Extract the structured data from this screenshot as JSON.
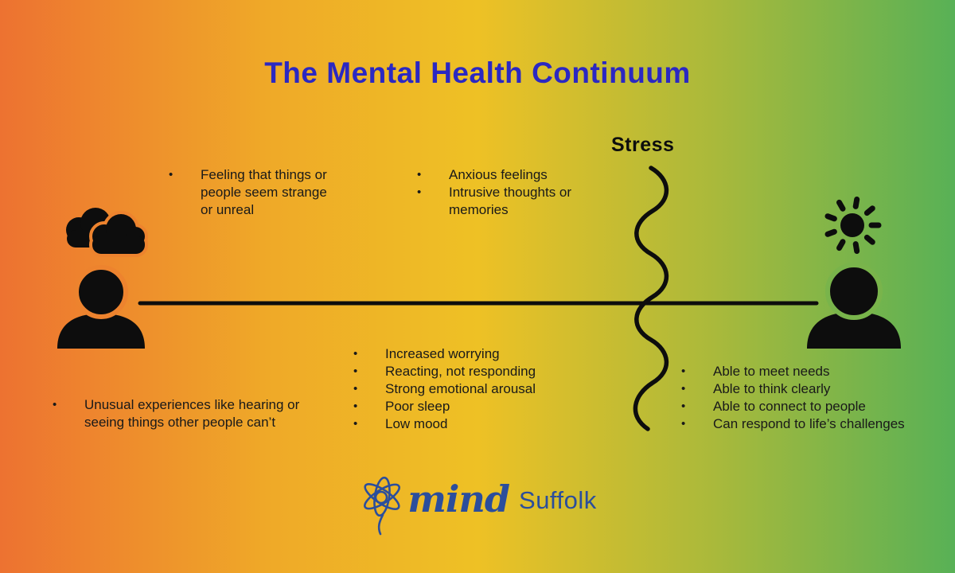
{
  "title": "The Mental Health Continuum",
  "stress_label": "Stress",
  "bullet_char": "•",
  "sections": {
    "top_left": [
      "Feeling that things or people seem strange or unreal"
    ],
    "top_middle": [
      "Anxious feelings",
      "Intrusive thoughts or memories"
    ],
    "bottom_left": [
      "Unusual experiences like hearing or seeing things other people can’t"
    ],
    "bottom_middle": [
      "Increased worrying",
      "Reacting, not responding",
      "Strong emotional arousal",
      "Poor sleep",
      "Low mood"
    ],
    "right": [
      "Able to meet needs",
      "Able to think clearly",
      "Able to connect to people",
      "Can respond to life’s challenges"
    ]
  },
  "logo": {
    "brand": "mind",
    "region": "Suffolk"
  },
  "icons": [
    "person-clouds-icon",
    "person-sun-icon",
    "mind-squiggle-icon",
    "continuum-line",
    "stress-wave-line"
  ],
  "colors": {
    "gradient_left": "#ED7231",
    "gradient_middle": "#EEC125",
    "gradient_right": "#58B156",
    "title_blue": "#2B28C2",
    "text": "#191919",
    "icon_black": "#0d0d0d",
    "logo_blue": "#2B4E9C"
  }
}
